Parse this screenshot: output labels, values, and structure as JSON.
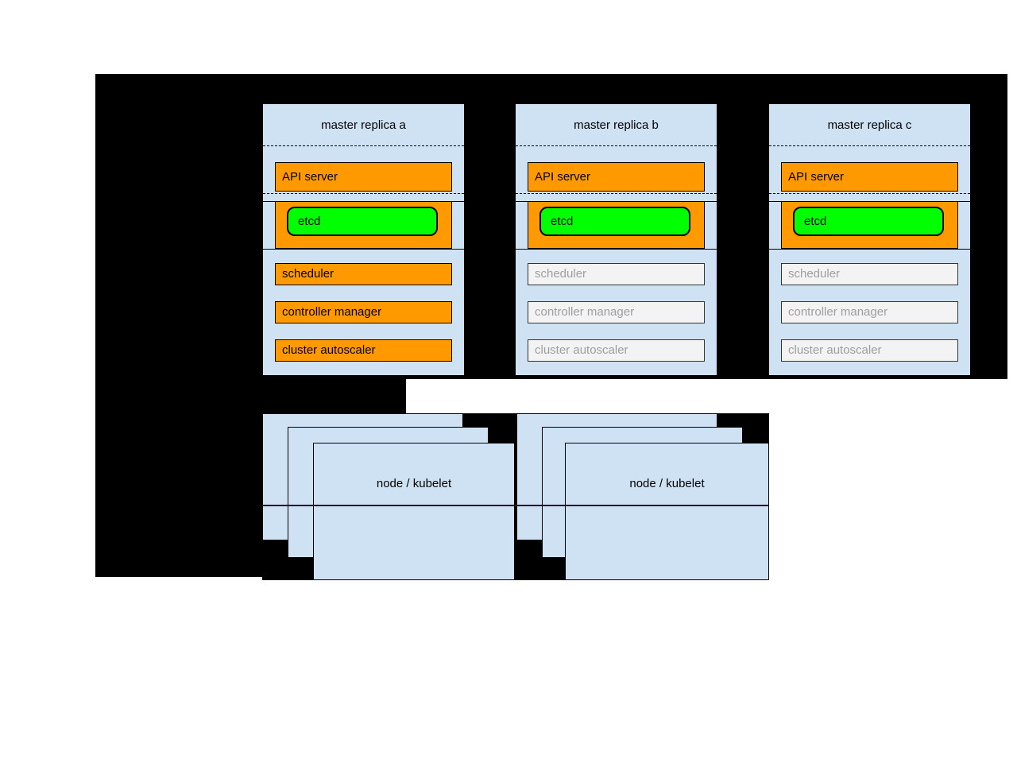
{
  "diagram": {
    "masters": [
      {
        "title": "master replica a",
        "api_server": {
          "label": "API server"
        },
        "etcd": {
          "label": "etcd"
        },
        "components": [
          {
            "label": "scheduler",
            "inactive": false
          },
          {
            "label": "controller manager",
            "inactive": false
          },
          {
            "label": "cluster autoscaler",
            "inactive": false
          }
        ]
      },
      {
        "title": "master replica b",
        "api_server": {
          "label": "API server"
        },
        "etcd": {
          "label": "etcd"
        },
        "components": [
          {
            "label": "scheduler",
            "inactive": true
          },
          {
            "label": "controller manager",
            "inactive": true
          },
          {
            "label": "cluster autoscaler",
            "inactive": true
          }
        ]
      },
      {
        "title": "master replica c",
        "api_server": {
          "label": "API server"
        },
        "etcd": {
          "label": "etcd"
        },
        "components": [
          {
            "label": "scheduler",
            "inactive": true
          },
          {
            "label": "controller manager",
            "inactive": true
          },
          {
            "label": "cluster autoscaler",
            "inactive": true
          }
        ]
      }
    ],
    "node_stacks": [
      {
        "label": "node / kubelet"
      },
      {
        "label": "node / kubelet"
      }
    ],
    "colors": {
      "active_component": "#ff9900",
      "inactive_component": "#f3f3f3",
      "inactive_text": "#9e9e9e",
      "etcd_active": "#00ff00",
      "panel_background": "#cfe2f3",
      "canvas_background": "#000000"
    }
  }
}
